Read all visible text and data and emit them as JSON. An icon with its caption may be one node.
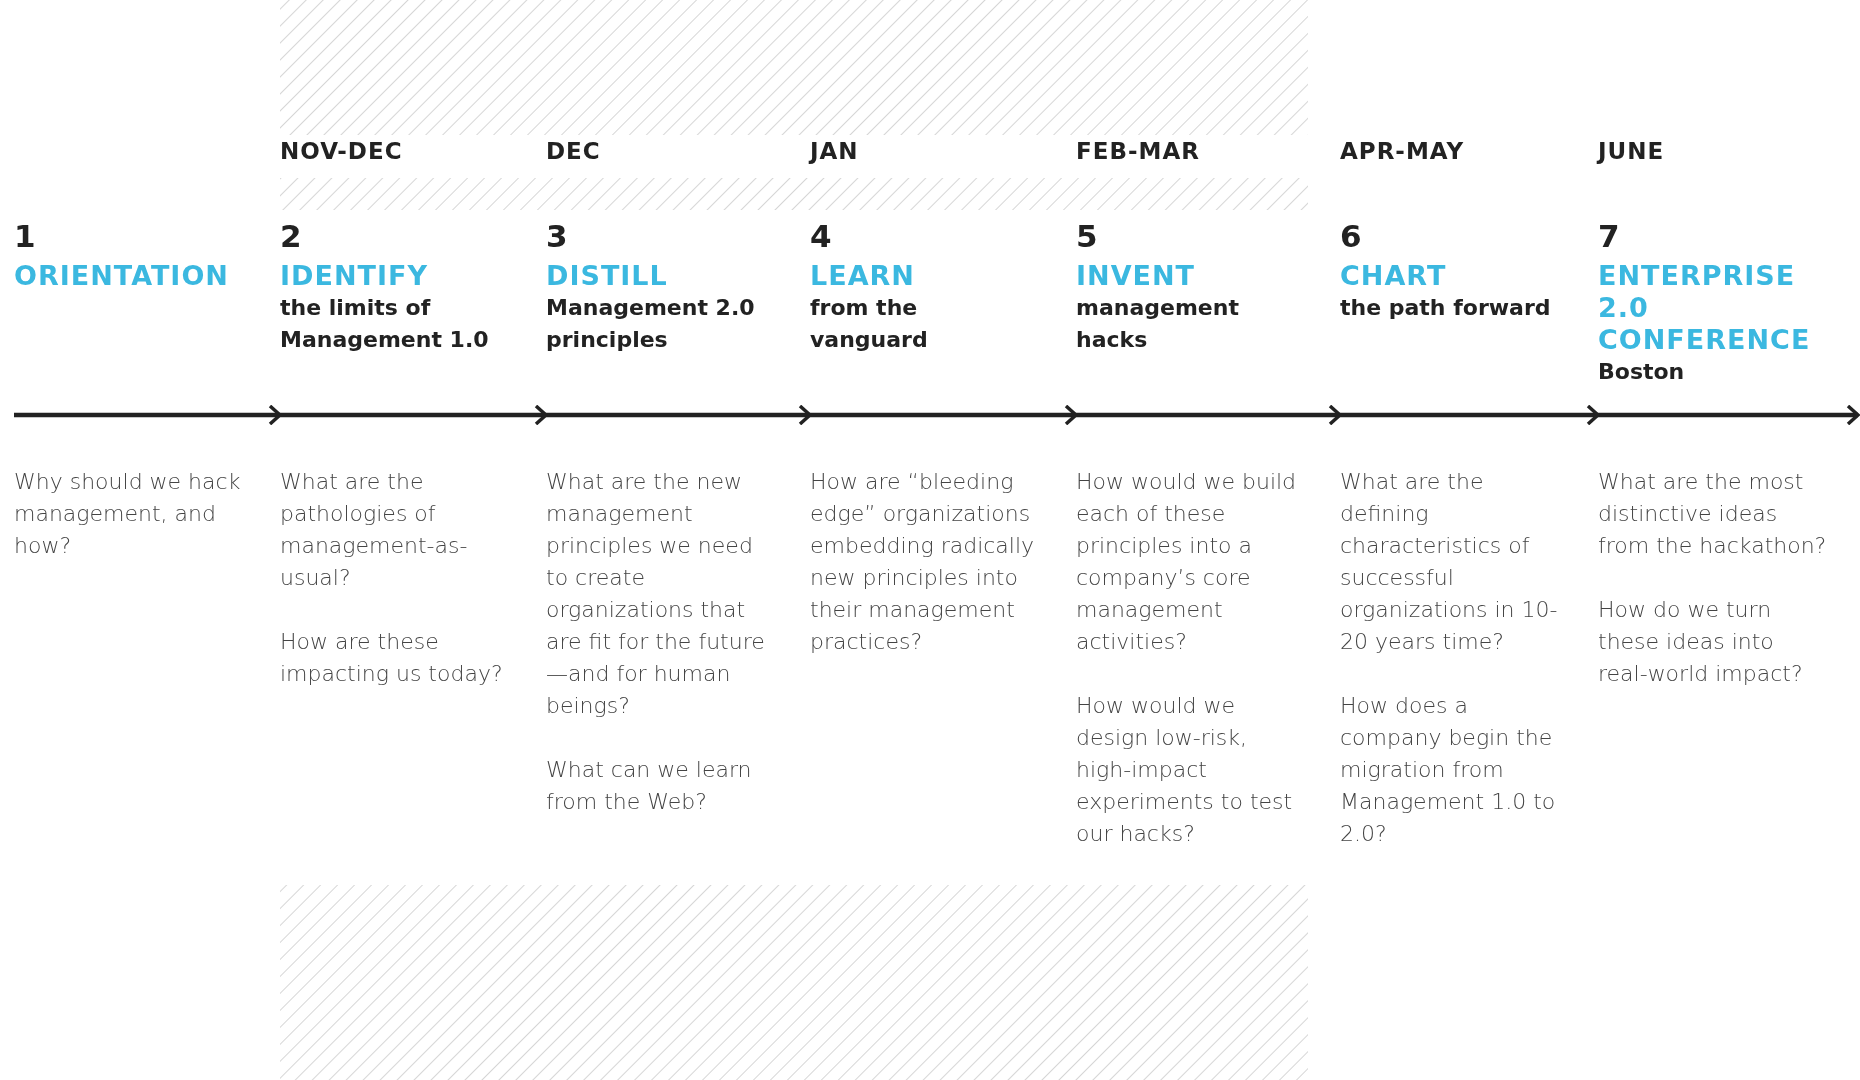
{
  "diagram": {
    "nodes": [
      {
        "text": [
          "1",
          "ORIENTATION"
        ],
        "beside": [
          "Why should we hack management, and how?"
        ]
      },
      {
        "text": [
          "2",
          "IDENTIFY",
          "the limits of Management 1.0"
        ],
        "beside": [
          "What are the pathologies of management-as-usual?",
          "How are these impacting us today?"
        ]
      },
      {
        "text": [
          "3",
          "DISTILL",
          "Management 2.0 principles"
        ],
        "beside": [
          "What are the new management principles we need to create organizations that are fit for the future—and for human beings?",
          "What can we learn from the Web?"
        ]
      },
      {
        "text": [
          "4",
          "LEARN",
          "from the vanguard"
        ],
        "beside": [
          "How are “bleeding edge” organizations embedding radically new principles into their management practices?"
        ]
      },
      {
        "text": [
          "5",
          "INVENT",
          "management hacks"
        ],
        "beside": [
          "How would we build each of these principles into a company’s core management activities?",
          "How would we design low-risk, high-impact experiments to test our hacks?"
        ]
      },
      {
        "text": [
          "6",
          "CHART",
          "the path forward"
        ],
        "beside": [
          "What are the defining characteristics of successful organizations in 10-20 years time?",
          "How does a company begin the migration from Management 1.0 to 2.0?"
        ]
      },
      {
        "text": [
          "7",
          "ENTERPRISE 2.0 CONFERENCE",
          "Boston"
        ],
        "beside": [
          "What are the most distinctive ideas from the hackathon?",
          "How do we turn these ideas into real-world impact?"
        ]
      }
    ],
    "edges": [
      {
        "from": 0,
        "to": 1,
        "arrow": "to"
      },
      {
        "from": 1,
        "to": 2,
        "arrow": "to"
      },
      {
        "from": 2,
        "to": 3,
        "arrow": "to"
      },
      {
        "from": 3,
        "to": 4,
        "arrow": "to"
      },
      {
        "from": 4,
        "to": 5,
        "arrow": "to"
      },
      {
        "from": 5,
        "to": 6,
        "arrow": "to"
      },
      {
        "from": 6,
        "to": null,
        "arrow": "to"
      }
    ],
    "labels": [
      "NOV-DEC",
      "DEC",
      "JAN",
      "FEB-MAR",
      "APR-MAY",
      "JUNE"
    ]
  }
}
